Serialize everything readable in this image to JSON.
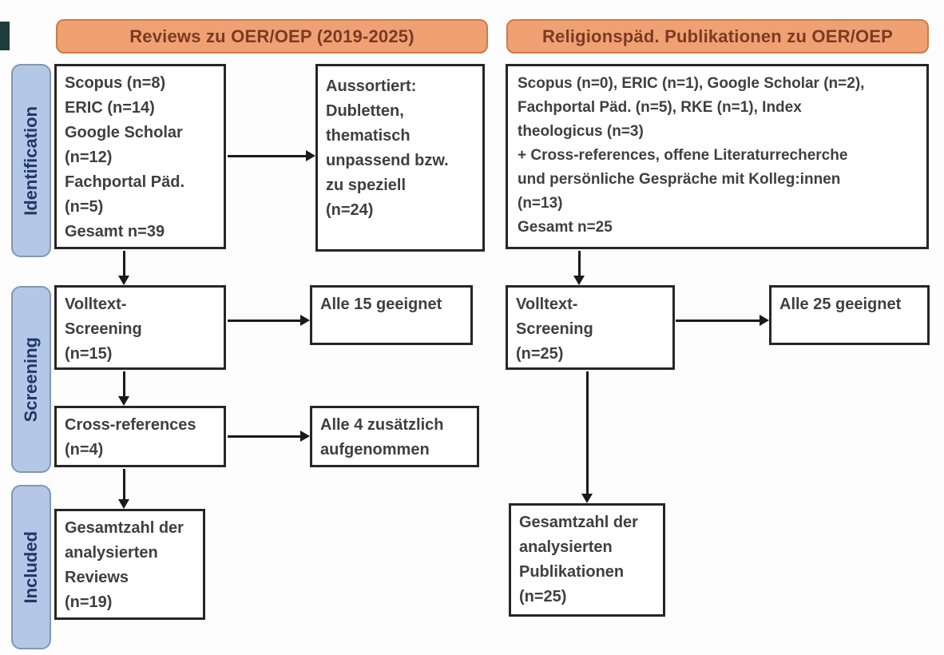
{
  "headers": {
    "left": "Reviews zu OER/OEP (2019-2025)",
    "right": "Religionspäd. Publikationen zu OER/OEP"
  },
  "sidebar": {
    "stages": [
      {
        "label": "Identification"
      },
      {
        "label": "Screening"
      },
      {
        "label": "Included"
      }
    ]
  },
  "left_flow": {
    "sources": {
      "lines": [
        "Scopus (n=8)",
        "ERIC (n=14)",
        "Google Scholar",
        "(n=12)",
        "Fachportal Päd.",
        "(n=5)",
        "Gesamt n=39"
      ]
    },
    "excluded": {
      "lines": [
        "Aussortiert:",
        "Dubletten,",
        "thematisch",
        "unpassend bzw.",
        "zu speziell",
        "(n=24)"
      ]
    },
    "fulltext": {
      "lines": [
        "Volltext-",
        "Screening",
        "(n=15)"
      ]
    },
    "eligible": {
      "lines": [
        "Alle 15 geeignet"
      ]
    },
    "crossrefs": {
      "lines": [
        "Cross-references",
        "(n=4)"
      ]
    },
    "added": {
      "lines": [
        "Alle 4 zusätzlich",
        "aufgenommen"
      ]
    },
    "total": {
      "lines": [
        "Gesamtzahl der",
        "analysierten",
        "Reviews",
        "(n=19)"
      ]
    }
  },
  "right_flow": {
    "sources": {
      "lines": [
        "Scopus (n=0), ERIC (n=1), Google Scholar (n=2),",
        "Fachportal Päd. (n=5), RKE (n=1), Index",
        "theologicus (n=3)",
        "+ Cross-references, offene Literaturrecherche",
        "und persönliche Gespräche mit Kolleg:innen",
        "(n=13)",
        "Gesamt n=25"
      ]
    },
    "fulltext": {
      "lines": [
        "Volltext-",
        "Screening",
        "(n=25)"
      ]
    },
    "eligible": {
      "lines": [
        "Alle 25 geeignet"
      ]
    },
    "total": {
      "lines": [
        "Gesamtzahl der",
        "analysierten",
        "Publikationen",
        "(n=25)"
      ]
    }
  },
  "colors": {
    "header_fill": "#f0a173",
    "header_border": "#cb7c47",
    "header_text": "#7c3a22",
    "stage_fill": "#b4c7e7",
    "stage_border": "#8496b0",
    "stage_text": "#203864",
    "box_border": "#262626",
    "box_text": "#3f3f3f",
    "arrow": "#1a1a1a"
  }
}
